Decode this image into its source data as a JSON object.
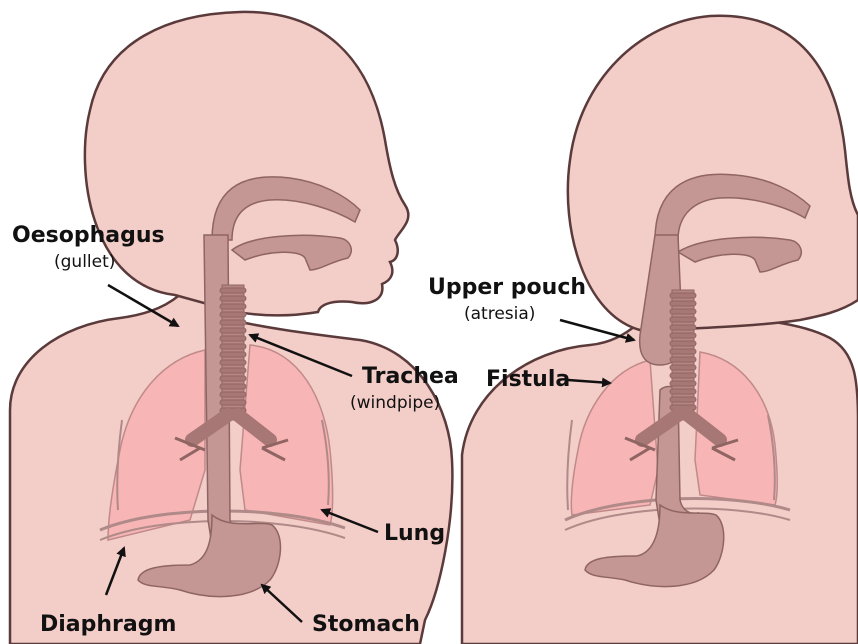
{
  "colors": {
    "skin": "#f3cdc8",
    "outline": "#5a3a3a",
    "lung": "#f7b5b5",
    "tube": "#c49694",
    "tube_dark": "#a77775",
    "ring": "#8f6563",
    "text": "#111111"
  },
  "left": {
    "oesophagus": "Oesophagus",
    "oesophagus_sub": "(gullet)",
    "trachea": "Trachea",
    "trachea_sub": "(windpipe)",
    "lung": "Lung",
    "diaphragm": "Diaphragm",
    "stomach": "Stomach"
  },
  "right": {
    "upper_pouch": "Upper pouch",
    "upper_pouch_sub": "(atresia)",
    "fistula": "Fistula"
  }
}
